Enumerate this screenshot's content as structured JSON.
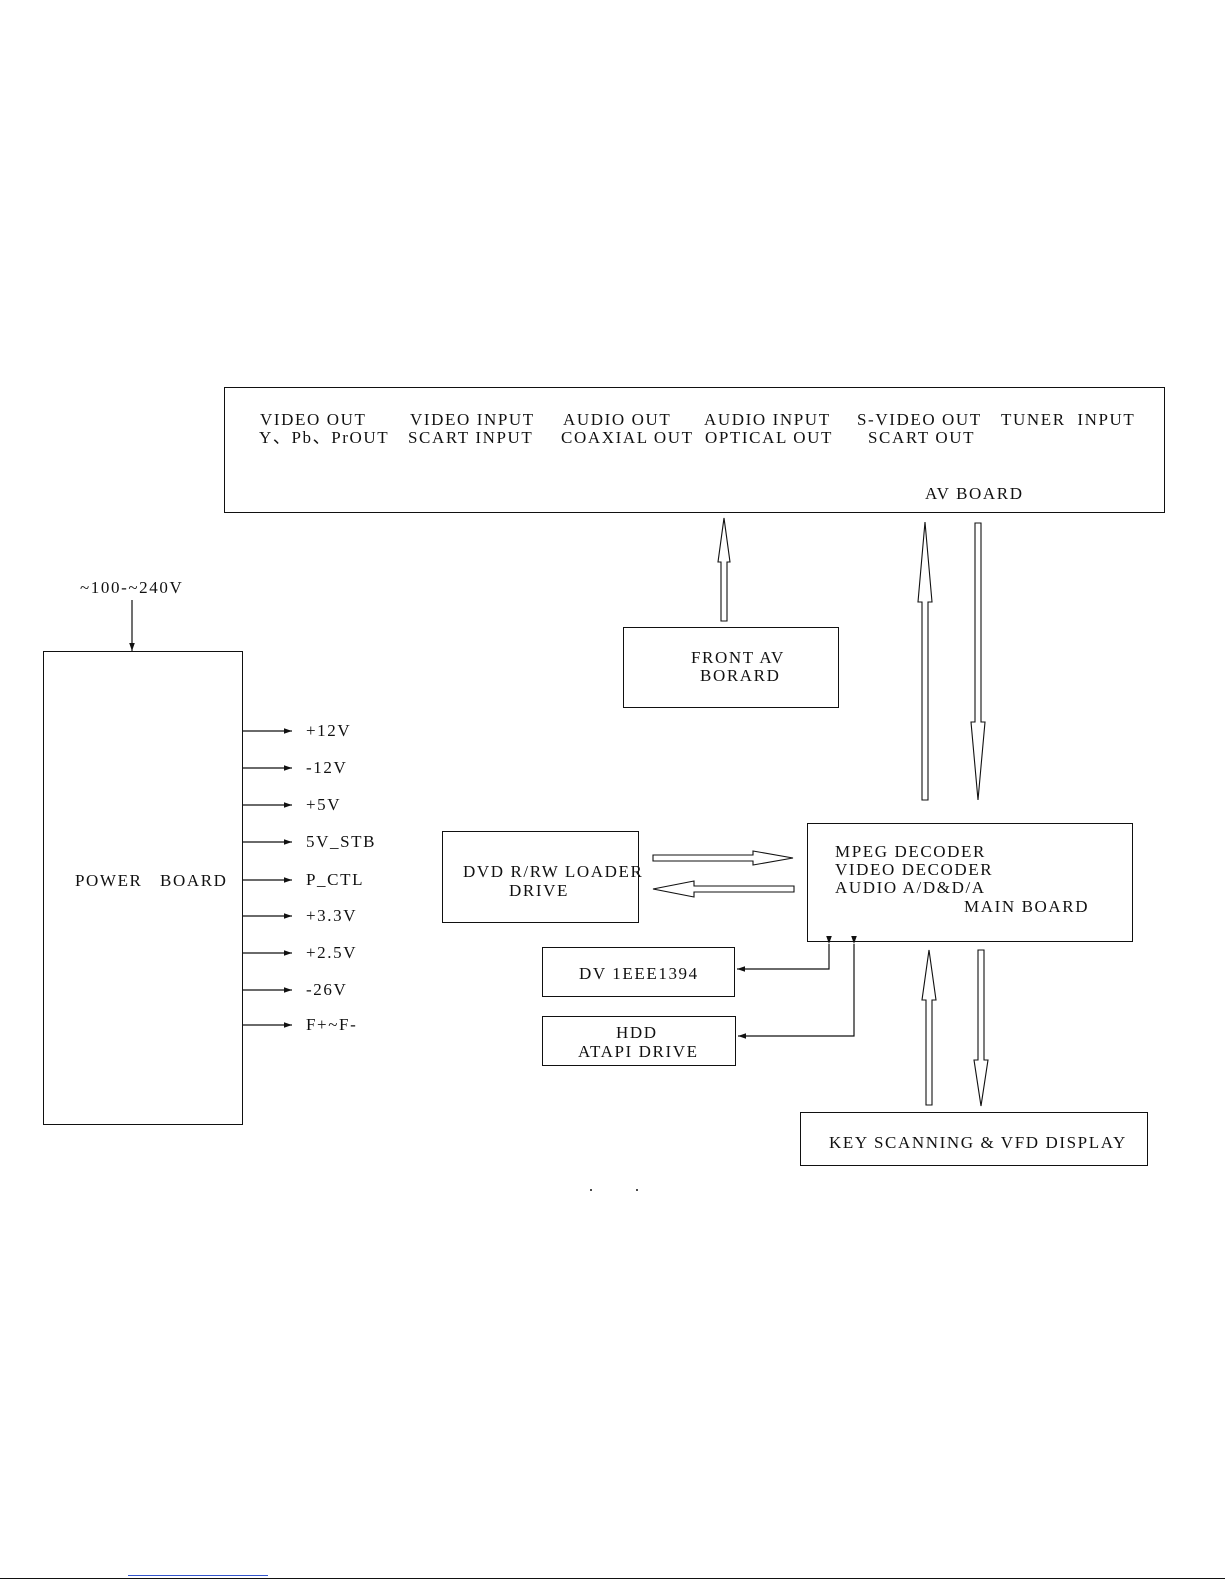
{
  "av_board": {
    "col1_line1": "VIDEO OUT",
    "col1_line2": "Y、Pb、PrOUT",
    "col2_line1": "VIDEO INPUT",
    "col2_line2": "SCART INPUT",
    "col3_line1": "AUDIO OUT",
    "col3_line2": "COAXIAL OUT",
    "col4_line1": "AUDIO INPUT",
    "col4_line2": "OPTICAL OUT",
    "col5_line1": "S-VIDEO OUT",
    "col5_line2": "SCART OUT",
    "col6_line1": "TUNER  INPUT",
    "label": "AV BOARD"
  },
  "power_board": {
    "input_label": "~100-~240V",
    "label": "POWER   BOARD",
    "outputs": [
      "+12V",
      "-12V",
      "+5V",
      "5V_STB",
      "P_CTL",
      "+3.3V",
      "+2.5V",
      "-26V",
      "F+~F-"
    ]
  },
  "front_av": {
    "line1": "FRONT AV",
    "line2": "BORARD"
  },
  "dvd_loader": {
    "line1": "DVD R/RW LOADER",
    "line2": "DRIVE"
  },
  "main_board": {
    "line1": "MPEG DECODER",
    "line2": "VIDEO DECODER",
    "line3": "AUDIO A/D&D/A",
    "label": "MAIN BOARD"
  },
  "dv_box": {
    "label": "DV 1EEE1394"
  },
  "hdd_box": {
    "line1": "HDD",
    "line2": "ATAPI DRIVE"
  },
  "key_box": {
    "label": "KEY SCANNING & VFD DISPLAY"
  },
  "colors": {
    "line": "#111111",
    "link": "#3355cc",
    "background": "#ffffff"
  }
}
